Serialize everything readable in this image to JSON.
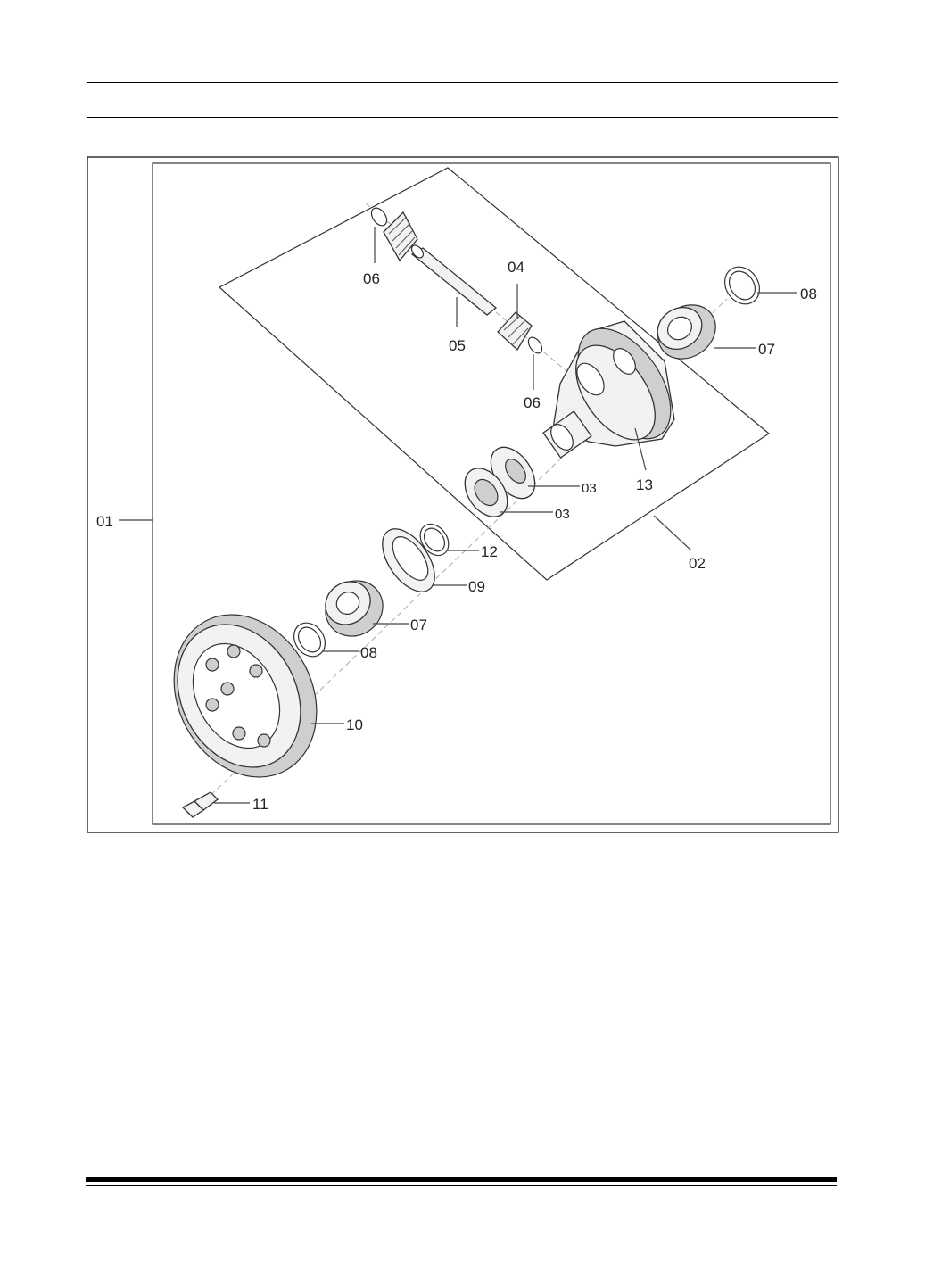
{
  "labels": {
    "l01": "01",
    "l02": "02",
    "l03a": "03",
    "l03b": "03",
    "l04": "04",
    "l05": "05",
    "l06a": "06",
    "l06b": "06",
    "l07a": "07",
    "l07b": "07",
    "l08a": "08",
    "l08b": "08",
    "l09": "09",
    "l10": "10",
    "l11": "11",
    "l12": "12",
    "l13": "13"
  },
  "colors": {
    "line": "#000000",
    "part_fill": "#f2f2f2",
    "part_dark": "#cfcfcf"
  }
}
